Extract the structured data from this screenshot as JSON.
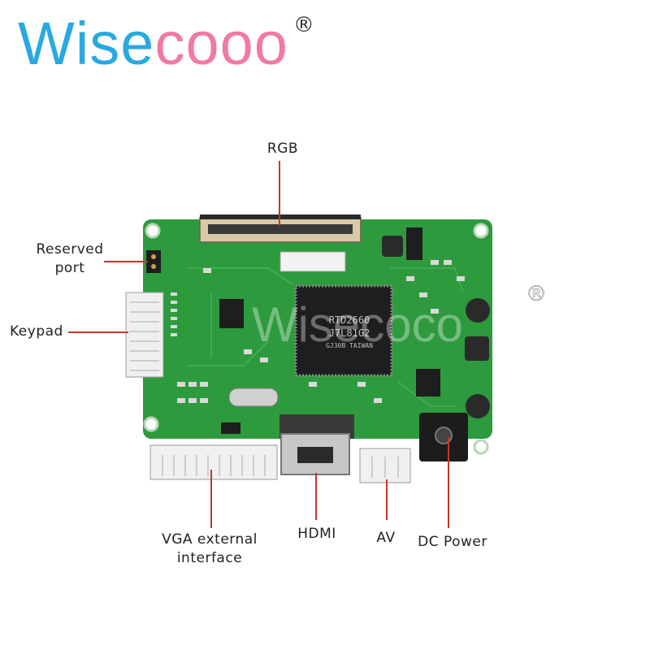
{
  "logo": {
    "part1": "Wise",
    "part2": "cooo",
    "reg": "®"
  },
  "labels": {
    "rgb": "RGB",
    "reserved_port_line1": "Reserved",
    "reserved_port_line2": "port",
    "keypad": "Keypad",
    "vga_line1": "VGA external",
    "vga_line2": "interface",
    "hdmi": "HDMI",
    "av": "AV",
    "dc_power": "DC Power"
  },
  "board": {
    "chip_line1": "RTD2660",
    "chip_line2": "J7L81G2",
    "chip_line3": "GJ30B TAIWAN",
    "watermark": "Wisecoco",
    "watermark_reg": "®"
  },
  "colors": {
    "pcb": "#2e9a3e",
    "leader": "#c0392b",
    "logo_blue": "#29a9e1",
    "logo_pink": "#f07aa0"
  }
}
